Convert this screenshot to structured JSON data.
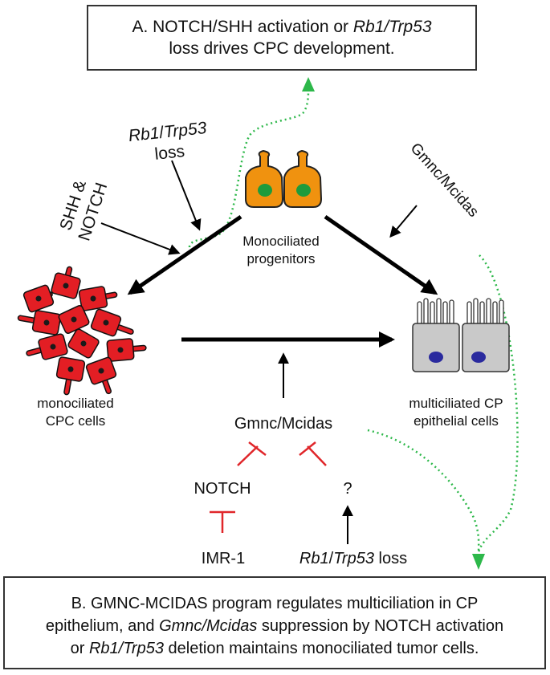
{
  "box_a": {
    "line1_prefix": "A. NOTCH/SHH activation or ",
    "line1_italic": "Rb1/Trp53",
    "line2": "loss drives CPC development."
  },
  "box_b": {
    "line1": "B. GMNC-MCIDAS program regulates multiciliation in CP",
    "line2_prefix": "epithelium, and ",
    "line2_italic": "Gmnc/Mcidas",
    "line2_suffix": " suppression by NOTCH activation",
    "line3_prefix": "or ",
    "line3_italic": "Rb1/Trp53",
    "line3_suffix": " deletion maintains monociliated tumor cells."
  },
  "labels": {
    "rb1_top_italic1": "Rb1",
    "rb1_top_slash": "/",
    "rb1_top_italic2": "Trp53",
    "rb1_top_loss": "loss",
    "shh_line1": "SHH &",
    "shh_line2": "NOTCH",
    "gmnc_right": "Gmnc/Mcidas",
    "progenitors_line1": "Monociliated",
    "progenitors_line2": "progenitors",
    "cpc_line1": "monociliated",
    "cpc_line2": "CPC cells",
    "epi_line1": "multiciliated CP",
    "epi_line2": "epithelial cells",
    "gmnc_center": "Gmnc/Mcidas",
    "notch": "NOTCH",
    "question": "?",
    "imr1": "IMR-1",
    "rb1_bottom_italic1": "Rb1",
    "rb1_bottom_slash": "/",
    "rb1_bottom_italic2": "Trp53",
    "rb1_bottom_loss": " loss"
  },
  "colors": {
    "progenitor_fill": "#f0920f",
    "progenitor_nucleus": "#1e9b3c",
    "cpc_fill": "#e31e24",
    "cpc_nucleus": "#1a1a1a",
    "epithelial_fill": "#c9c9c9",
    "epithelial_nucleus": "#2a2a9e",
    "inhibit": "#e0262a",
    "dotted": "#2db84a",
    "arrow": "#000000"
  }
}
